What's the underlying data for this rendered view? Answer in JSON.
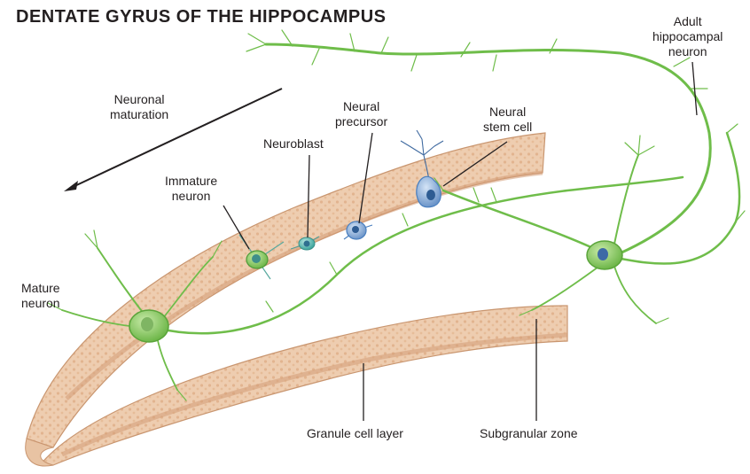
{
  "title": "DENTATE GYRUS OF THE HIPPOCAMPUS",
  "labels": {
    "adult_neuron": "Adult\nhippocampal\nneuron",
    "neuronal_maturation": "Neuronal\nmaturation",
    "neural_precursor": "Neural\nprecursor",
    "neural_stem_cell": "Neural\nstem cell",
    "neuroblast": "Neuroblast",
    "immature_neuron": "Immature\nneuron",
    "mature_neuron": "Mature\nneuron",
    "granule_cell_layer": "Granule cell layer",
    "subgranular_zone": "Subgranular zone"
  },
  "colors": {
    "tissue": "#eecdb0",
    "tissue_dark": "#d8a882",
    "neuron_green": "#7cc55a",
    "stem_blue": "#8fb2dc",
    "cell_teal": "#52b3ac"
  }
}
